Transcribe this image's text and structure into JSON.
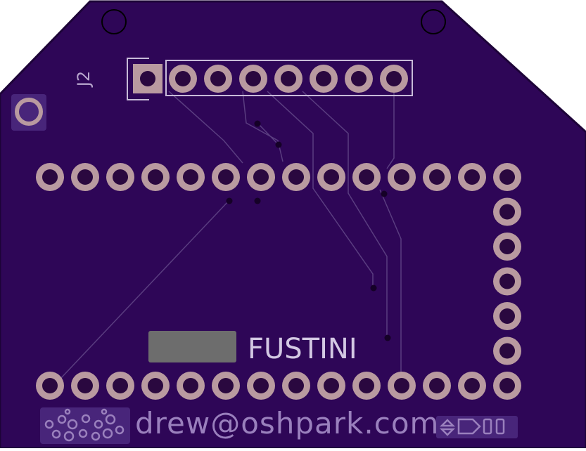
{
  "board": {
    "name": "FUSTINI",
    "connector_ref": "J2",
    "email": "drew@oshpark.com",
    "colors": {
      "substrate": "#2e0657",
      "edge": "#1d0338",
      "trace": "#5a3d80",
      "pad_ring": "#b99aa0",
      "pad_hole": "#2a083f",
      "silkscreen": "#d3c8e3",
      "silk_dim": "#9a80bd",
      "label_block": "#6d6d6d",
      "mask_open": "#48257a",
      "via": "#150127"
    }
  }
}
